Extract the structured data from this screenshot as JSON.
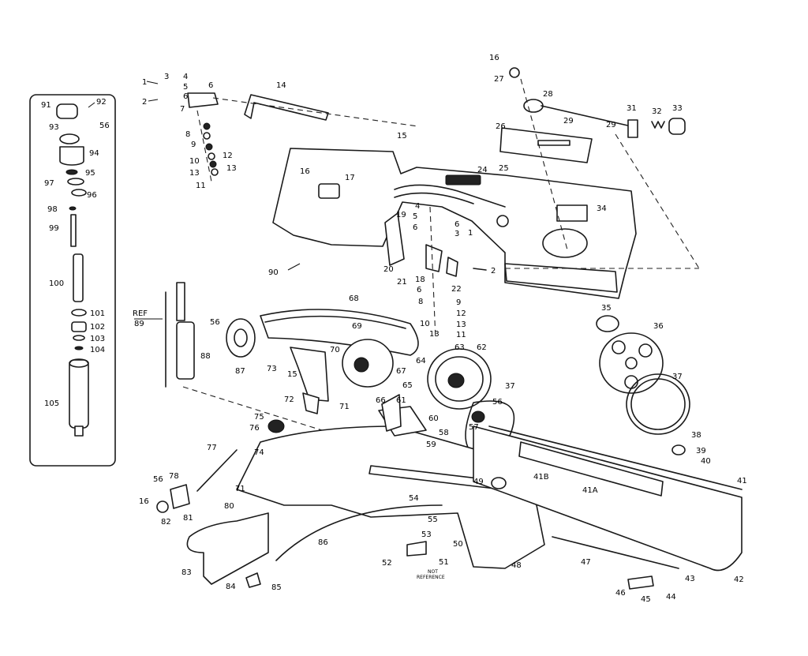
{
  "figure": {
    "ref_label_line1": "REF",
    "ref_label_line2": "89",
    "ref_note_line1": "NOT",
    "ref_note_line2": "REFERENCE",
    "callouts": [
      {
        "id": "c1",
        "text": "1"
      },
      {
        "id": "c2",
        "text": "2"
      },
      {
        "id": "c3",
        "text": "3"
      },
      {
        "id": "c4",
        "text": "4"
      },
      {
        "id": "c5",
        "text": "5"
      },
      {
        "id": "c6",
        "text": "6"
      },
      {
        "id": "c7",
        "text": "7"
      },
      {
        "id": "c6b",
        "text": "6"
      },
      {
        "id": "c8",
        "text": "8"
      },
      {
        "id": "c9",
        "text": "9"
      },
      {
        "id": "c10",
        "text": "10"
      },
      {
        "id": "c11",
        "text": "11"
      },
      {
        "id": "c12",
        "text": "12"
      },
      {
        "id": "c13",
        "text": "13"
      },
      {
        "id": "c13b",
        "text": "13"
      },
      {
        "id": "c14",
        "text": "14"
      },
      {
        "id": "c15",
        "text": "15"
      },
      {
        "id": "c16",
        "text": "16"
      },
      {
        "id": "c17",
        "text": "17"
      },
      {
        "id": "c16b",
        "text": "16"
      },
      {
        "id": "c27",
        "text": "27"
      },
      {
        "id": "c28",
        "text": "28"
      },
      {
        "id": "c29",
        "text": "29"
      },
      {
        "id": "c29b",
        "text": "29"
      },
      {
        "id": "c31",
        "text": "31"
      },
      {
        "id": "c32",
        "text": "32"
      },
      {
        "id": "c33",
        "text": "33"
      },
      {
        "id": "c26",
        "text": "26"
      },
      {
        "id": "c25",
        "text": "25"
      },
      {
        "id": "c24",
        "text": "24"
      },
      {
        "id": "c34",
        "text": "34"
      },
      {
        "id": "c19",
        "text": "19"
      },
      {
        "id": "c4b",
        "text": "4"
      },
      {
        "id": "c5b",
        "text": "5"
      },
      {
        "id": "c6c",
        "text": "6"
      },
      {
        "id": "c6d",
        "text": "6"
      },
      {
        "id": "c3b",
        "text": "3"
      },
      {
        "id": "c1b",
        "text": "1"
      },
      {
        "id": "c2b",
        "text": "2"
      },
      {
        "id": "c20",
        "text": "20"
      },
      {
        "id": "c21",
        "text": "21"
      },
      {
        "id": "c18",
        "text": "18"
      },
      {
        "id": "c22",
        "text": "22"
      },
      {
        "id": "c6e",
        "text": "6"
      },
      {
        "id": "c8b",
        "text": "8"
      },
      {
        "id": "c9b",
        "text": "9"
      },
      {
        "id": "c12b",
        "text": "12"
      },
      {
        "id": "c10b",
        "text": "10"
      },
      {
        "id": "c13c",
        "text": "13"
      },
      {
        "id": "c11b",
        "text": "11"
      },
      {
        "id": "c13d",
        "text": "13"
      },
      {
        "id": "c90",
        "text": "90"
      },
      {
        "id": "c91",
        "text": "91"
      },
      {
        "id": "c92",
        "text": "92"
      },
      {
        "id": "c93",
        "text": "93"
      },
      {
        "id": "c56",
        "text": "56"
      },
      {
        "id": "c94",
        "text": "94"
      },
      {
        "id": "c95",
        "text": "95"
      },
      {
        "id": "c97",
        "text": "97"
      },
      {
        "id": "c96",
        "text": "96"
      },
      {
        "id": "c98",
        "text": "98"
      },
      {
        "id": "c99",
        "text": "99"
      },
      {
        "id": "c100",
        "text": "100"
      },
      {
        "id": "c101",
        "text": "101"
      },
      {
        "id": "c102",
        "text": "102"
      },
      {
        "id": "c103",
        "text": "103"
      },
      {
        "id": "c104",
        "text": "104"
      },
      {
        "id": "c105",
        "text": "105"
      },
      {
        "id": "c68",
        "text": "68"
      },
      {
        "id": "c56b",
        "text": "56"
      },
      {
        "id": "c87",
        "text": "87"
      },
      {
        "id": "c69",
        "text": "69"
      },
      {
        "id": "c70",
        "text": "70"
      },
      {
        "id": "c73",
        "text": "73"
      },
      {
        "id": "c67",
        "text": "67"
      },
      {
        "id": "c88",
        "text": "88"
      },
      {
        "id": "c15b",
        "text": "15"
      },
      {
        "id": "c72",
        "text": "72"
      },
      {
        "id": "c64",
        "text": "64"
      },
      {
        "id": "c63",
        "text": "63"
      },
      {
        "id": "c62",
        "text": "62"
      },
      {
        "id": "c35",
        "text": "35"
      },
      {
        "id": "c36",
        "text": "36"
      },
      {
        "id": "c37",
        "text": "37"
      },
      {
        "id": "c37b",
        "text": "37"
      },
      {
        "id": "c56c",
        "text": "56"
      },
      {
        "id": "c57",
        "text": "57"
      },
      {
        "id": "c65",
        "text": "65"
      },
      {
        "id": "c66",
        "text": "66"
      },
      {
        "id": "c61",
        "text": "61"
      },
      {
        "id": "c60",
        "text": "60"
      },
      {
        "id": "c58",
        "text": "58"
      },
      {
        "id": "c59",
        "text": "59"
      },
      {
        "id": "c71",
        "text": "71"
      },
      {
        "id": "c75",
        "text": "75"
      },
      {
        "id": "c76",
        "text": "76"
      },
      {
        "id": "c74",
        "text": "74"
      },
      {
        "id": "c77",
        "text": "77"
      },
      {
        "id": "c38",
        "text": "38"
      },
      {
        "id": "c39",
        "text": "39"
      },
      {
        "id": "c40",
        "text": "40"
      },
      {
        "id": "c41",
        "text": "41"
      },
      {
        "id": "c41B",
        "text": "41B"
      },
      {
        "id": "c41A",
        "text": "41A"
      },
      {
        "id": "c49",
        "text": "49"
      },
      {
        "id": "c54",
        "text": "54"
      },
      {
        "id": "c55",
        "text": "55"
      },
      {
        "id": "c56d",
        "text": "56"
      },
      {
        "id": "c78",
        "text": "78"
      },
      {
        "id": "c71b",
        "text": "71"
      },
      {
        "id": "c16c",
        "text": "16"
      },
      {
        "id": "c82",
        "text": "82"
      },
      {
        "id": "c81",
        "text": "81"
      },
      {
        "id": "c80",
        "text": "80"
      },
      {
        "id": "c86",
        "text": "86"
      },
      {
        "id": "c53",
        "text": "53"
      },
      {
        "id": "c50",
        "text": "50"
      },
      {
        "id": "c51",
        "text": "51"
      },
      {
        "id": "c52",
        "text": "52"
      },
      {
        "id": "c48",
        "text": "48"
      },
      {
        "id": "c47",
        "text": "47"
      },
      {
        "id": "c83",
        "text": "83"
      },
      {
        "id": "c84",
        "text": "84"
      },
      {
        "id": "c85",
        "text": "85"
      },
      {
        "id": "c46",
        "text": "46"
      },
      {
        "id": "c45",
        "text": "45"
      },
      {
        "id": "c44",
        "text": "44"
      },
      {
        "id": "c43",
        "text": "43"
      },
      {
        "id": "c42",
        "text": "42"
      }
    ]
  }
}
